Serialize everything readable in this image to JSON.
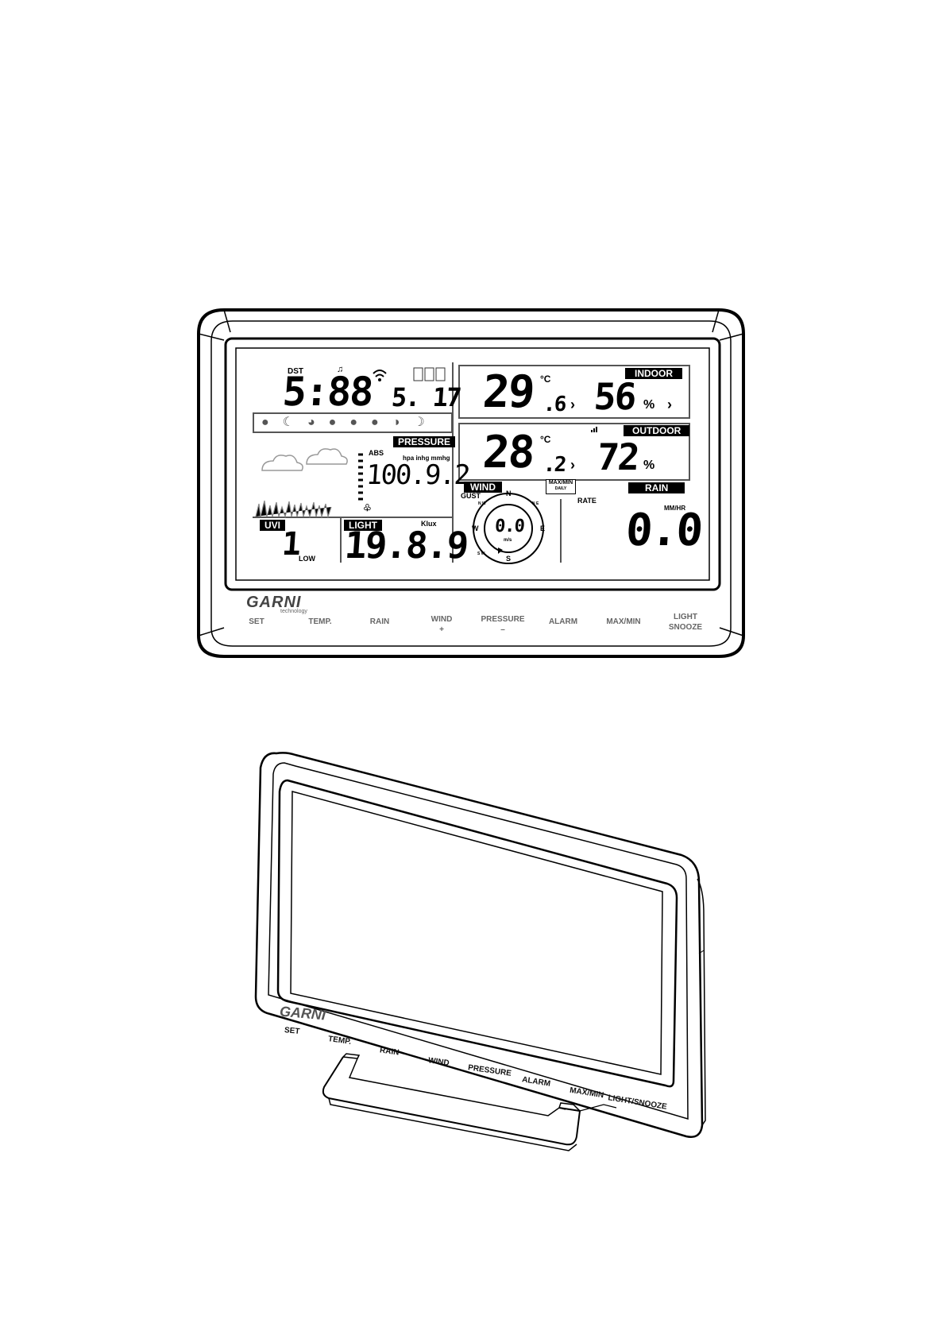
{
  "brand": {
    "name": "GARNI",
    "sub": "technology"
  },
  "time": {
    "dst_label": "DST",
    "value": "5:88",
    "date": "5. 17"
  },
  "indoor": {
    "label": "INDOOR",
    "temp_int": "29",
    "temp_dec": ".6",
    "temp_unit": "°C",
    "humidity": "56",
    "humidity_unit": "%"
  },
  "outdoor": {
    "label": "OUTDOOR",
    "temp_int": "28",
    "temp_dec": ".2",
    "temp_unit": "°C",
    "humidity": "72",
    "humidity_unit": "%"
  },
  "pressure": {
    "label": "PRESSURE",
    "mode": "ABS",
    "units": "hpa inhg mmhg",
    "value": "100.9.2"
  },
  "uvi": {
    "label": "UVI",
    "value": "1",
    "level": "LOW"
  },
  "light": {
    "label": "LIGHT",
    "unit": "Klux",
    "value": "19.8.9"
  },
  "wind": {
    "label": "WIND",
    "gust": "GUST",
    "value": "0.0",
    "unit": "m/s",
    "dirs": {
      "n": "N",
      "s": "S",
      "e": "E",
      "w": "W",
      "nw": "N W",
      "ne": "N E",
      "sw": "S W"
    }
  },
  "maxmin": {
    "label": "MAX/MIN",
    "sub": "DAILY"
  },
  "rain": {
    "label": "RAIN",
    "rate_label": "RATE",
    "unit": "MM/HR",
    "value": "0.0"
  },
  "front_buttons": [
    {
      "l1": "SET",
      "l2": ""
    },
    {
      "l1": "TEMP.",
      "l2": ""
    },
    {
      "l1": "RAIN",
      "l2": ""
    },
    {
      "l1": "WIND",
      "l2": "+"
    },
    {
      "l1": "PRESSURE",
      "l2": "–"
    },
    {
      "l1": "ALARM",
      "l2": ""
    },
    {
      "l1": "MAX/MIN",
      "l2": ""
    },
    {
      "l1": "LIGHT",
      "l2": "SNOOZE"
    }
  ],
  "angled_buttons": [
    "SET",
    "TEMP.",
    "RAIN",
    "WIND",
    "PRESSURE",
    "ALARM",
    "MAX/MIN",
    "LIGHT/SNOOZE"
  ]
}
